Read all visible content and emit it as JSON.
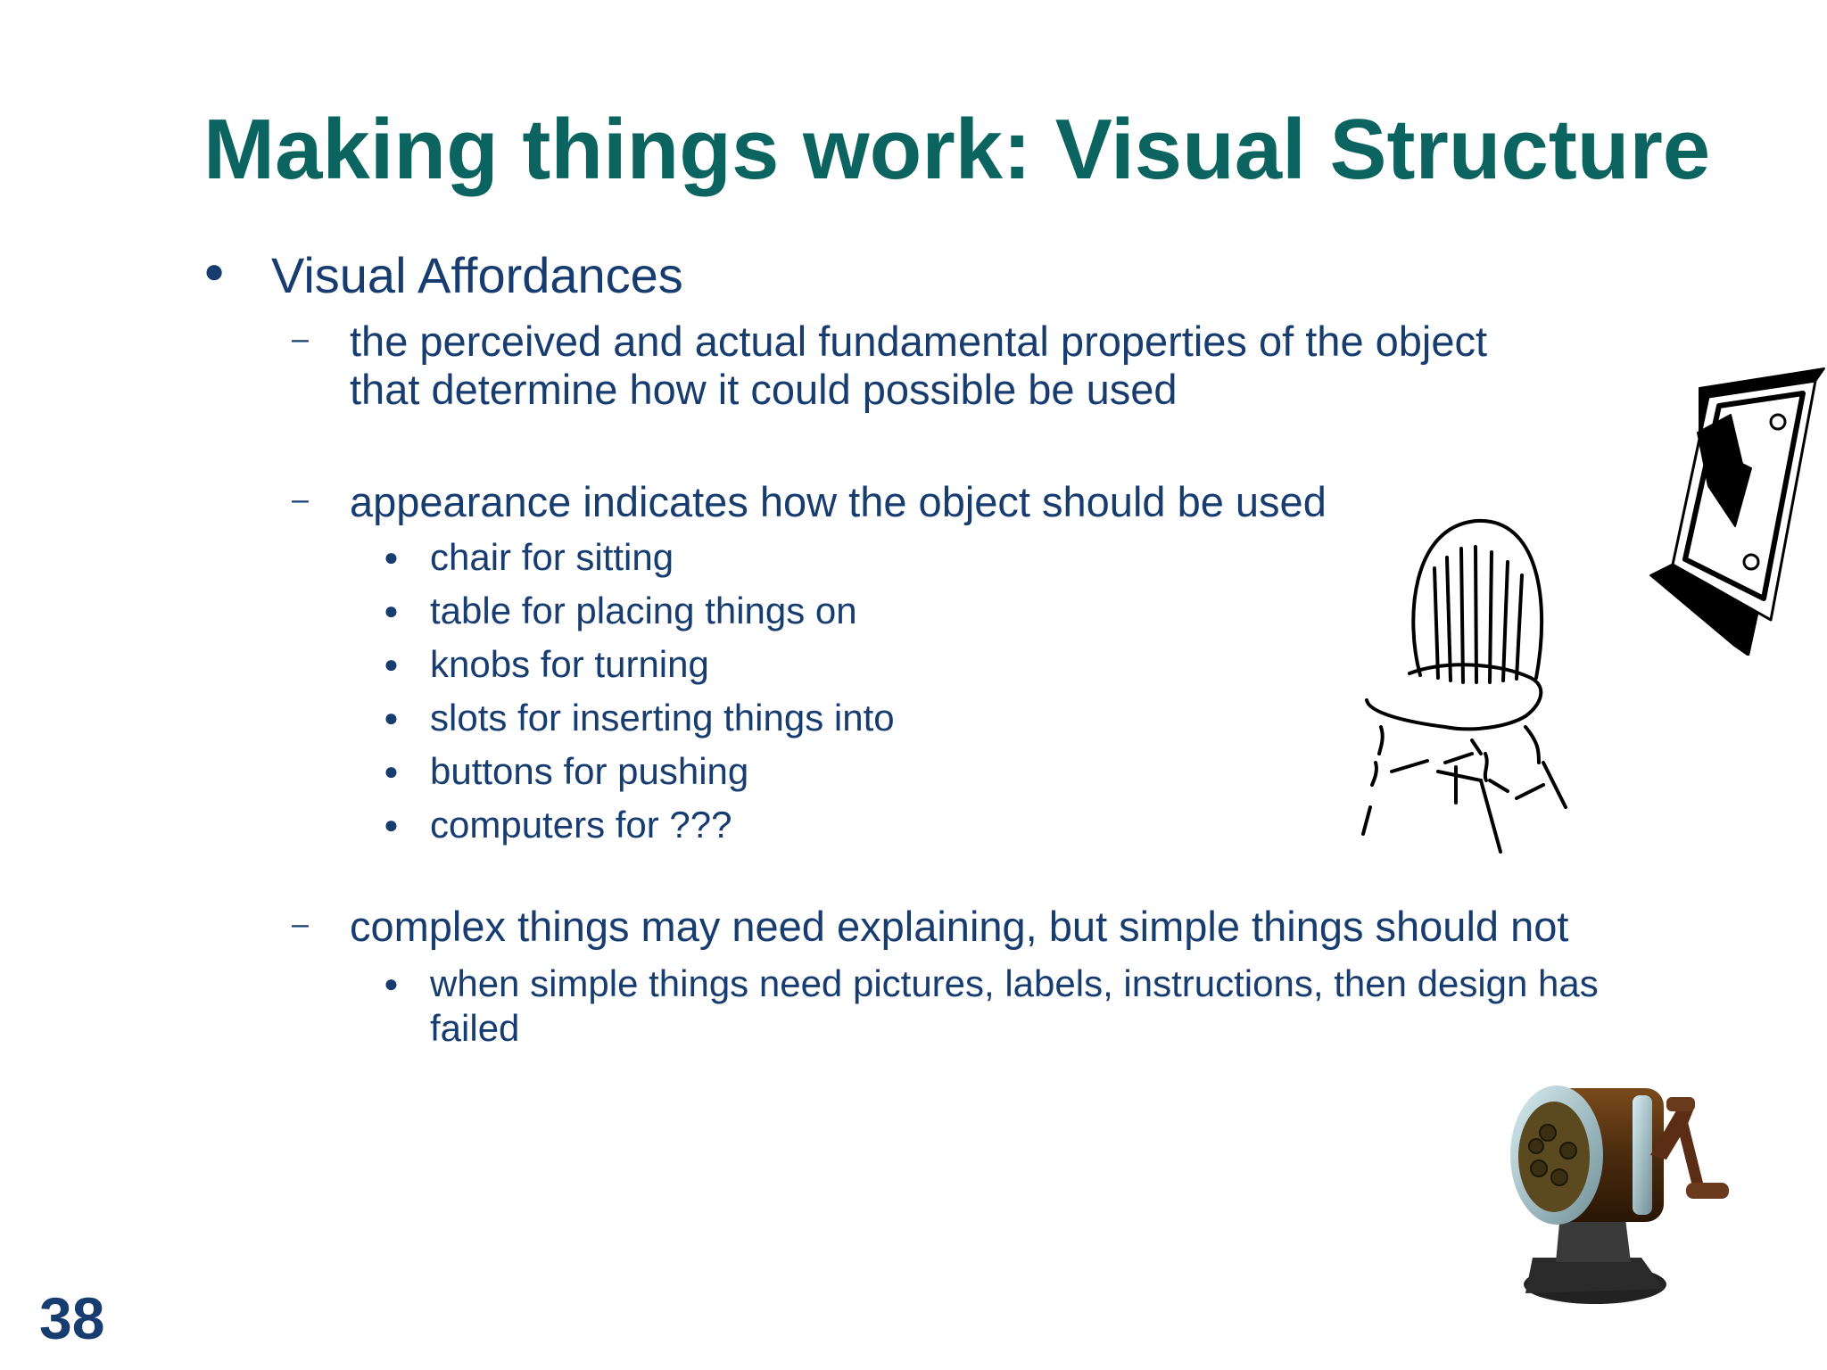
{
  "slide": {
    "title": "Making things work: Visual Structure",
    "number": "38"
  },
  "content": {
    "heading": "Visual Affordances",
    "point1": {
      "line1": "the perceived and actual fundamental properties of the object",
      "line2": "that determine how it could possible be used"
    },
    "point2": {
      "text": "appearance indicates how the object should be used",
      "examples": [
        "chair for sitting",
        "table for placing things on",
        "knobs for turning",
        "slots for inserting things into",
        "buttons for pushing",
        "computers for ???"
      ]
    },
    "point3": {
      "text": "complex things may need explaining, but simple things should not",
      "sub": {
        "line1": "when simple things need pictures, labels, instructions, then design has",
        "line2": "failed"
      }
    }
  },
  "images": {
    "chair": "chair-clipart",
    "switch": "light-switch-clipart",
    "sharpener": "pencil-sharpener-clipart"
  },
  "colors": {
    "title": "#0b6460",
    "text": "#173c70",
    "background": "#ffffff"
  }
}
